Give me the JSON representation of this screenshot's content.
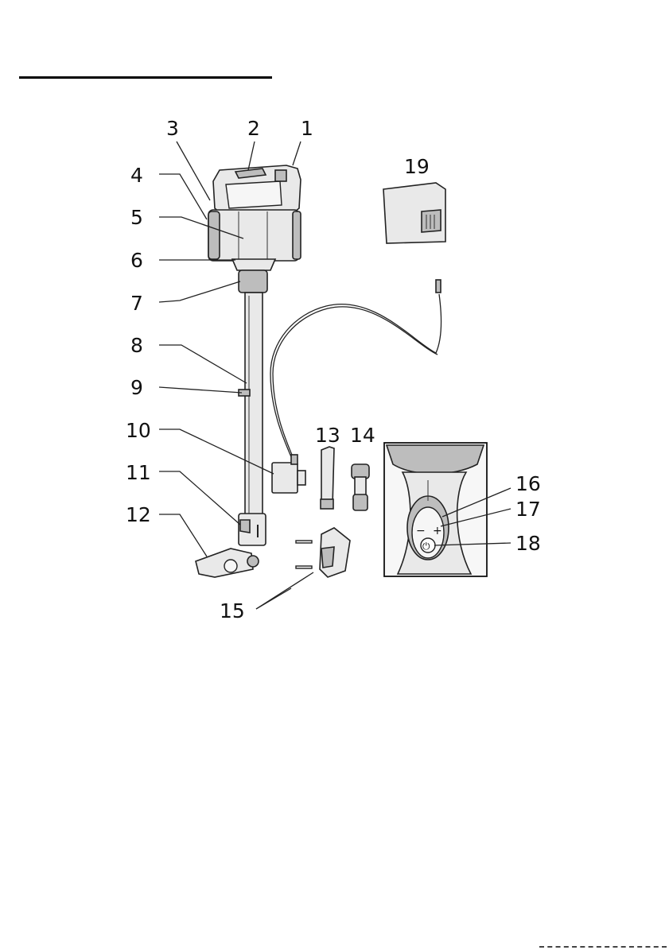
{
  "callouts": [
    {
      "id": "1",
      "label": "1"
    },
    {
      "id": "2",
      "label": "2"
    },
    {
      "id": "3",
      "label": "3"
    },
    {
      "id": "4",
      "label": "4"
    },
    {
      "id": "5",
      "label": "5"
    },
    {
      "id": "6",
      "label": "6"
    },
    {
      "id": "7",
      "label": "7"
    },
    {
      "id": "8",
      "label": "8"
    },
    {
      "id": "9",
      "label": "9"
    },
    {
      "id": "10",
      "label": "10"
    },
    {
      "id": "11",
      "label": "11"
    },
    {
      "id": "12",
      "label": "12"
    },
    {
      "id": "13",
      "label": "13"
    },
    {
      "id": "14",
      "label": "14"
    },
    {
      "id": "15",
      "label": "15"
    },
    {
      "id": "16",
      "label": "16"
    },
    {
      "id": "17",
      "label": "17"
    },
    {
      "id": "18",
      "label": "18"
    },
    {
      "id": "19",
      "label": "19"
    }
  ],
  "control_panel": {
    "minus_symbol": "−",
    "plus_symbol": "+",
    "power_symbol": "⏻"
  }
}
